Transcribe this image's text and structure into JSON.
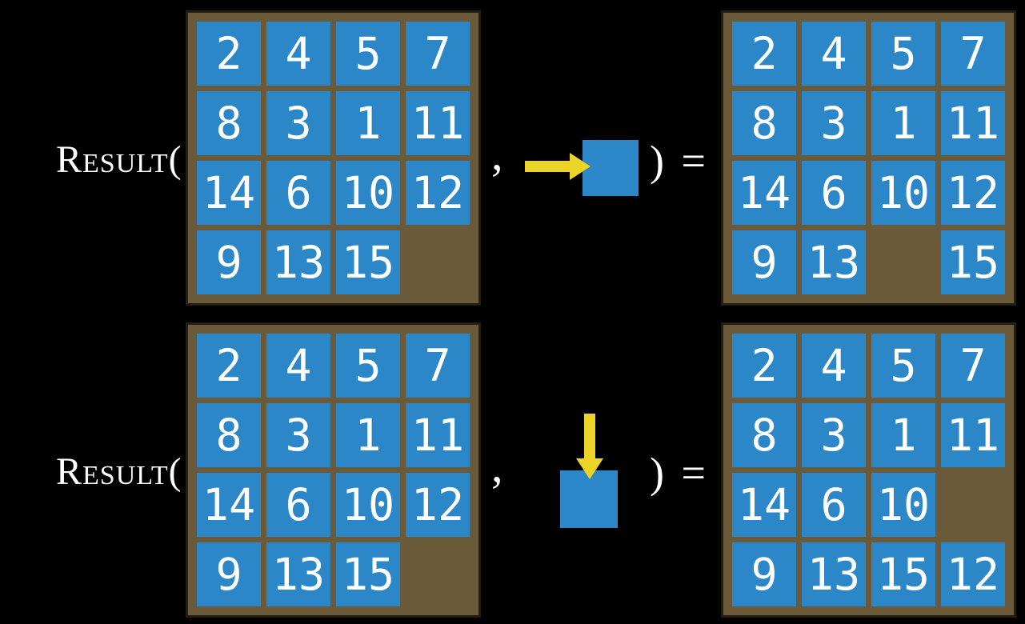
{
  "figure": {
    "title_hint": "RESULT function applied to 15-puzzle states",
    "colors": {
      "background": "#000000",
      "tile_blue": "#2b87c8",
      "board_brown": "#6a5a39",
      "board_border": "#241e10",
      "arrow_yellow": "#ecd327",
      "text_white": "#ffffff"
    },
    "rows": [
      {
        "function_label": "Result(",
        "comma": ",",
        "close_equals": ") =",
        "action": {
          "icon": "arrow-right-icon",
          "direction": "right"
        },
        "before_board": [
          [
            "2",
            "4",
            "5",
            "7"
          ],
          [
            "8",
            "3",
            "1",
            "11"
          ],
          [
            "14",
            "6",
            "10",
            "12"
          ],
          [
            "9",
            "13",
            "15",
            ""
          ]
        ],
        "after_board": [
          [
            "2",
            "4",
            "5",
            "7"
          ],
          [
            "8",
            "3",
            "1",
            "11"
          ],
          [
            "14",
            "6",
            "10",
            "12"
          ],
          [
            "9",
            "13",
            "",
            "15"
          ]
        ]
      },
      {
        "function_label": "Result(",
        "comma": ",",
        "close_equals": ") =",
        "action": {
          "icon": "arrow-down-icon",
          "direction": "down"
        },
        "before_board": [
          [
            "2",
            "4",
            "5",
            "7"
          ],
          [
            "8",
            "3",
            "1",
            "11"
          ],
          [
            "14",
            "6",
            "10",
            "12"
          ],
          [
            "9",
            "13",
            "15",
            ""
          ]
        ],
        "after_board": [
          [
            "2",
            "4",
            "5",
            "7"
          ],
          [
            "8",
            "3",
            "1",
            "11"
          ],
          [
            "14",
            "6",
            "10",
            ""
          ],
          [
            "9",
            "13",
            "15",
            "12"
          ]
        ]
      }
    ]
  }
}
